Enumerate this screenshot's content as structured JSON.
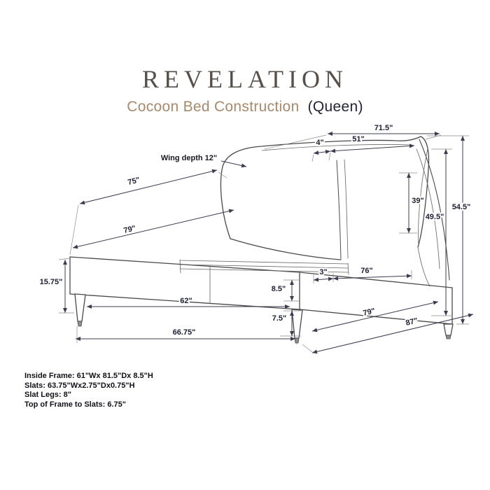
{
  "header": {
    "title": "REVELATION",
    "subtitle_main": "Cocoon Bed Construction",
    "subtitle_suffix": "(Queen)"
  },
  "diagram": {
    "annotation_wing": "Wing depth 12\"",
    "dims": {
      "top_width": "71.5\"",
      "post_offset": "4\"",
      "panel_width": "51\"",
      "side_upper": "75\"",
      "post_height": "39\"",
      "height_to_wing": "49.5\"",
      "overall_height": "54.5\"",
      "frame_depth_upper": "79\"",
      "frame_side_height": "15.75\"",
      "slat_gap": "3\"",
      "inside_depth": "76\"",
      "rail_height": "8.5\"",
      "between_legs": "62\"",
      "leg_height": "7.5\"",
      "rail_length": "79\"",
      "front_width": "66.75\"",
      "overall_depth": "87\""
    }
  },
  "specs": {
    "lines": [
      "Inside Frame: 61\"Wx 81.5\"Dx 8.5\"H",
      "Slats: 63.75\"Wx2.75\"Dx0.75\"H",
      "Slat Legs: 8\"",
      "Top of Frame to Slats: 6.75\""
    ]
  }
}
